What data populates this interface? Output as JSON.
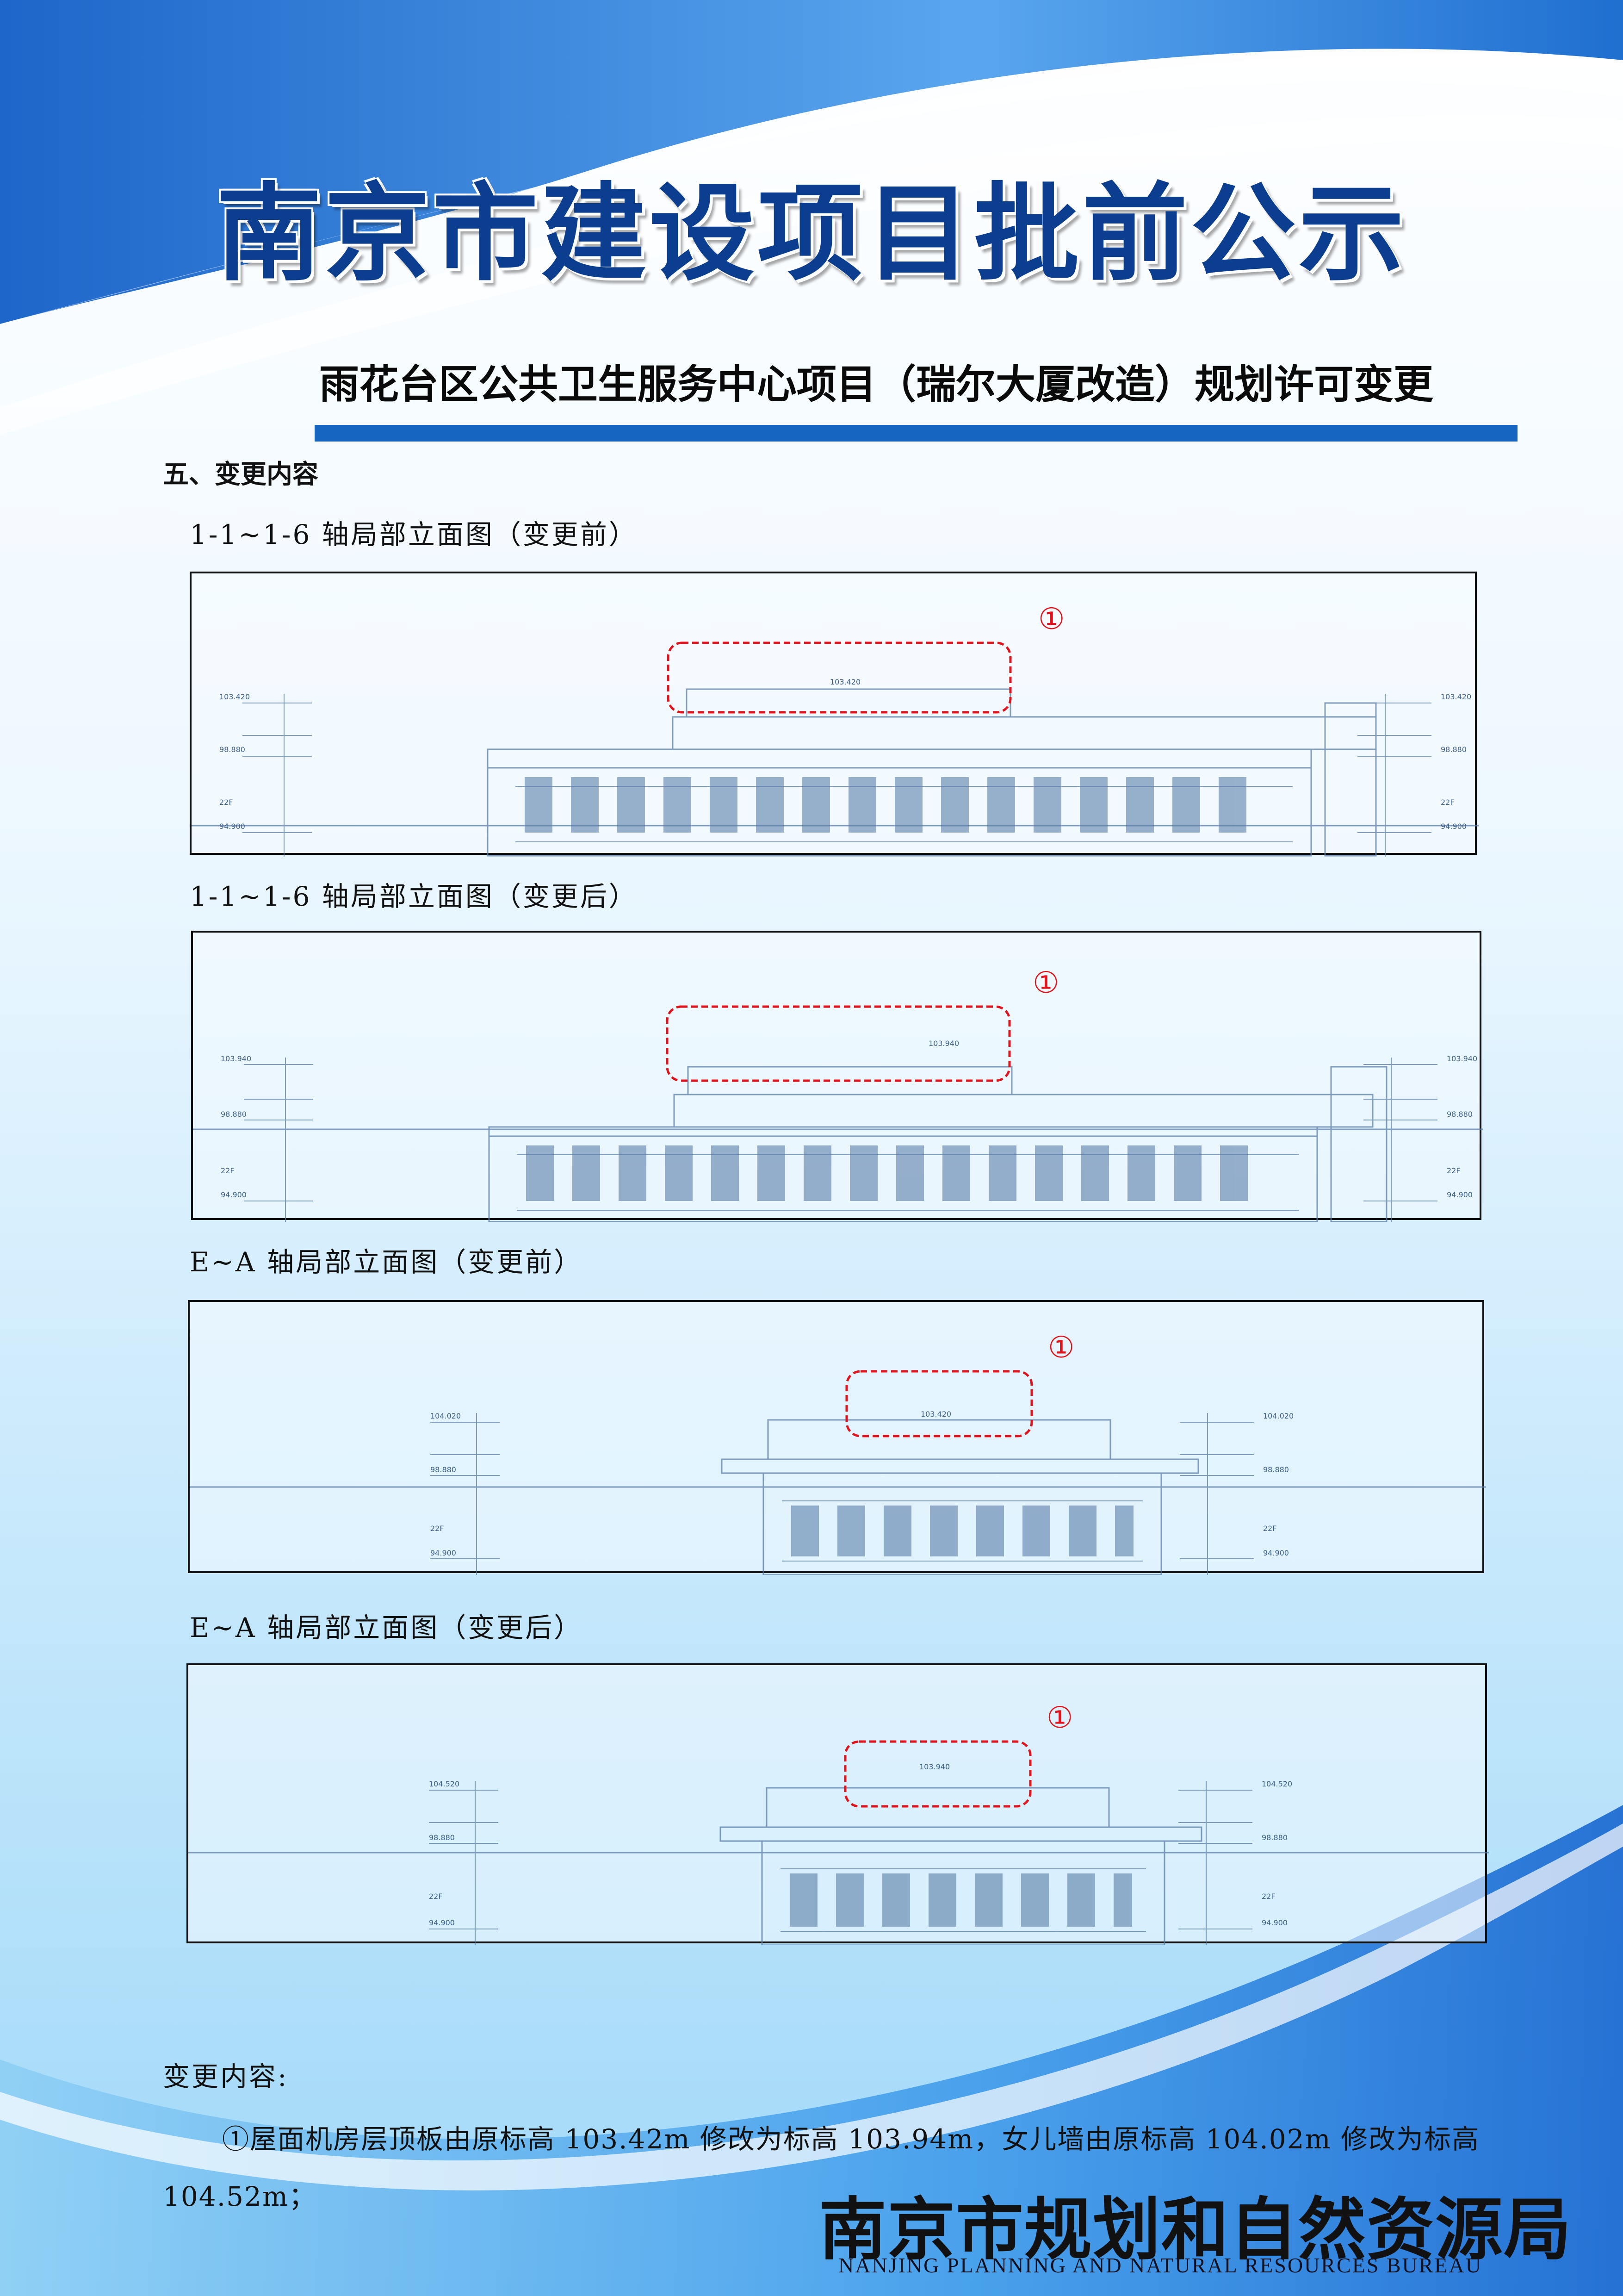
{
  "poster": {
    "main_title": "南京市建设项目批前公示",
    "subtitle": "雨花台区公共卫生服务中心项目（瑞尔大厦改造）规划许可变更",
    "section_heading": "五、变更内容"
  },
  "drawings": [
    {
      "caption": "1-1~1-6 轴局部立面图（变更前）",
      "marker": "①",
      "tag": "103.420",
      "levels": [
        "103.420",
        "98.880",
        "94.900",
        "22F"
      ]
    },
    {
      "caption": "1-1~1-6 轴局部立面图（变更后）",
      "marker": "①",
      "tag": "103.940",
      "levels": [
        "103.940",
        "98.880",
        "94.900",
        "22F"
      ]
    },
    {
      "caption": "E~A 轴局部立面图（变更前）",
      "marker": "①",
      "tag": "103.420",
      "levels": [
        "104.020",
        "98.880",
        "94.900",
        "22F"
      ]
    },
    {
      "caption": "E~A 轴局部立面图（变更后）",
      "marker": "①",
      "tag": "103.940",
      "levels": [
        "104.520",
        "98.880",
        "94.900",
        "22F"
      ]
    }
  ],
  "change": {
    "label": "变更内容:",
    "body": "①屋面机房层顶板由原标高 103.42m 修改为标高 103.94m，女儿墙由原标高 104.02m 修改为标高 104.52m；"
  },
  "footer": {
    "bureau_cn": "南京市规划和自然资源局",
    "bureau_en": "NANJING PLANNING AND NATURAL RESOURCES BUREAU"
  },
  "colors": {
    "title_blue": "#0b3e8e",
    "rule_blue": "#1565c0",
    "markup_red": "#e0131c",
    "drawing_line": "#5a7ea8"
  }
}
